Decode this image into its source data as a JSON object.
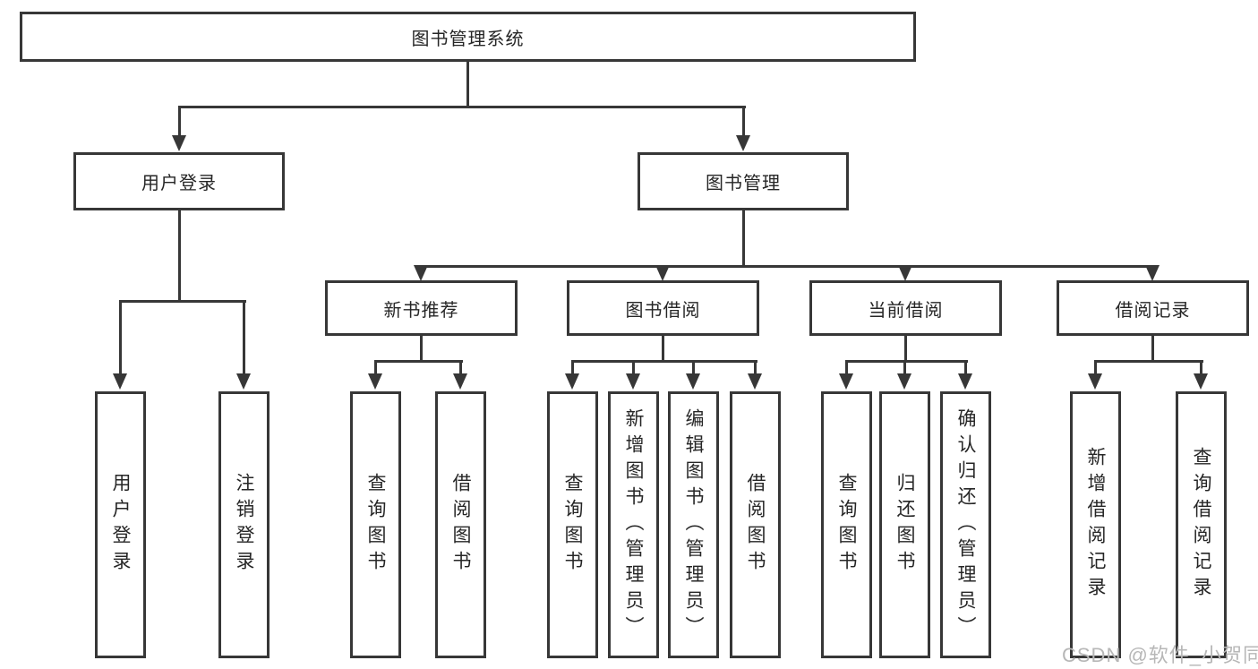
{
  "diagram": {
    "title": "图书管理系统",
    "watermark": "CSDN @软件_小贺同学",
    "colors": {
      "line": "#373737",
      "border": "#373737",
      "text": "#262626",
      "watermark": "#b7b7b7",
      "background": "#ffffff"
    },
    "nodes": {
      "root": "图书管理系统",
      "user_login": "用户登录",
      "book_mgmt": "图书管理",
      "new_book_rec": "新书推荐",
      "book_borrow": "图书借阅",
      "current_borrow": "当前借阅",
      "borrow_record": "借阅记录",
      "ul_user_login": "用户登录",
      "ul_logout": "注销登录",
      "nb_query_book": "查询图书",
      "nb_borrow_book": "借阅图书",
      "bb_query_book": "查询图书",
      "bb_add_book": "新增图书（管理员）",
      "bb_edit_book": "编辑图书（管理员）",
      "bb_borrow_book": "借阅图书",
      "cb_query_book": "查询图书",
      "cb_return_book": "归还图书",
      "cb_confirm_return": "确认归还（管理员）",
      "br_add_record": "新增借阅记录",
      "br_query_record": "查询借阅记录"
    }
  }
}
